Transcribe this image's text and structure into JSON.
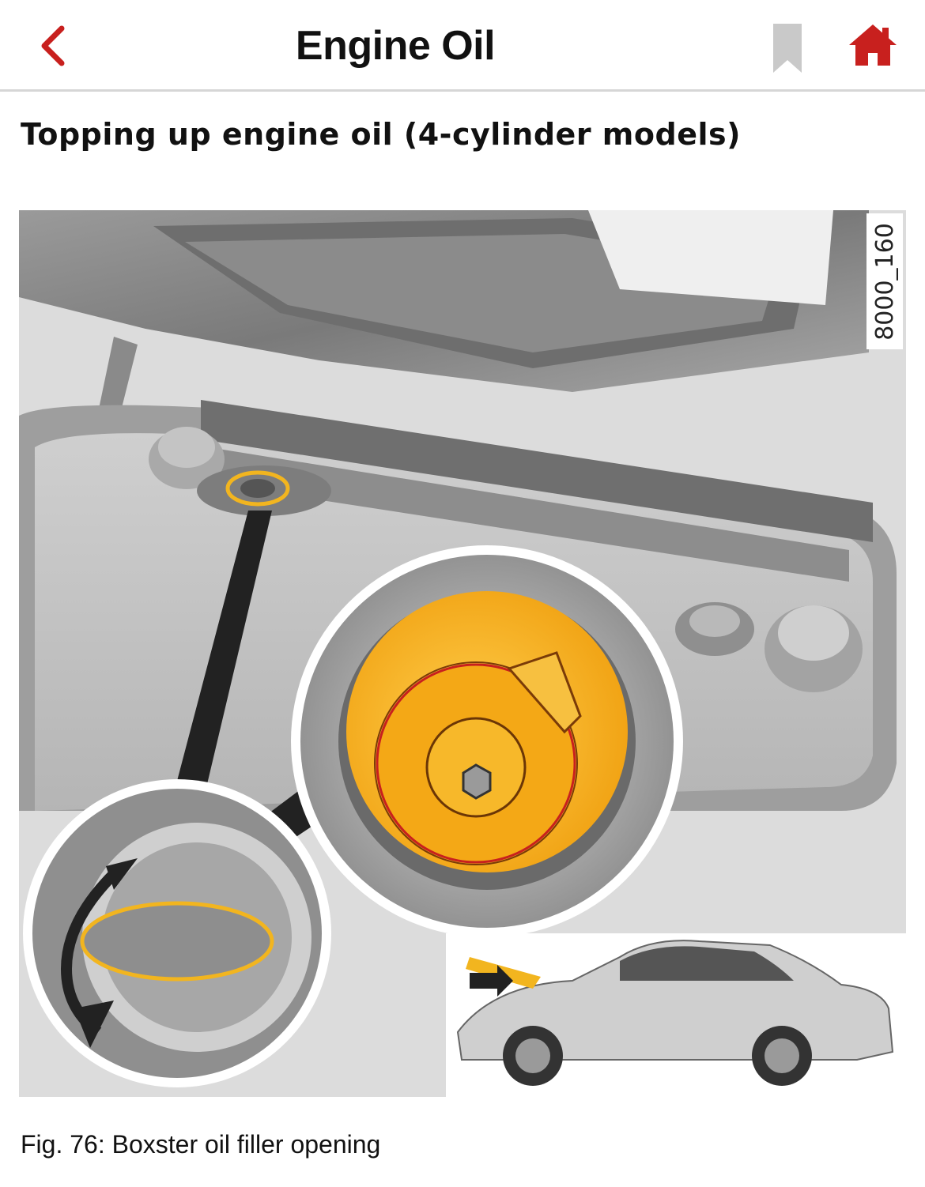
{
  "header": {
    "title": "Engine Oil",
    "back_icon": "chevron-left-icon",
    "bookmark_icon": "bookmark-icon",
    "home_icon": "home-icon",
    "accent_color": "#c8201e",
    "bookmark_color": "#c9c9c9"
  },
  "content": {
    "heading": "Topping up engine oil (4-cylinder models)",
    "figure": {
      "code": "8000_160",
      "highlight_color": "#f2b51f"
    },
    "caption": "Fig. 76: Boxster oil filler opening"
  }
}
